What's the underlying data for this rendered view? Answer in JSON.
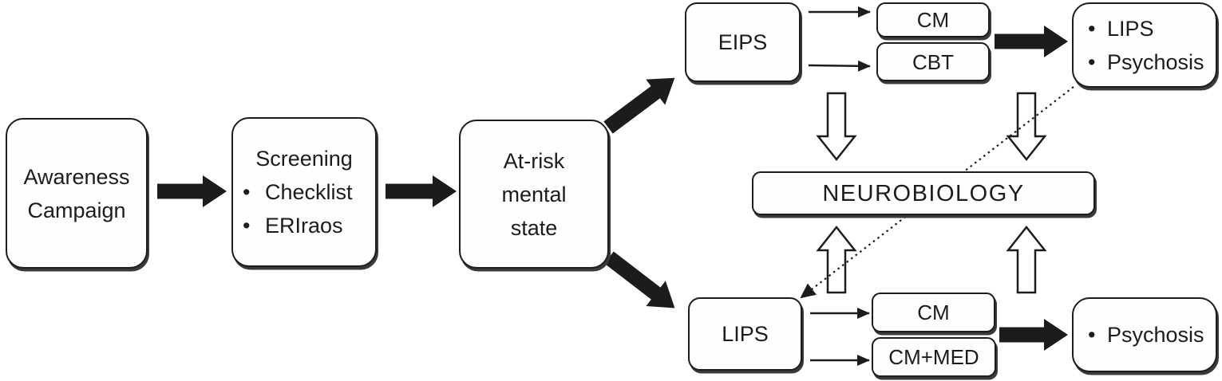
{
  "background": "#ffffff",
  "ink": "#1c1c1c",
  "bullet": "•",
  "boxes": {
    "awareness_campaign": {
      "lines": [
        "Awareness",
        "Campaign"
      ]
    },
    "screening": {
      "title": "Screening",
      "items": [
        "Checklist",
        "ERIraos"
      ]
    },
    "at_risk": {
      "lines": [
        "At-risk",
        "mental",
        "state"
      ]
    },
    "eips": {
      "label": "EIPS"
    },
    "cm_top": {
      "label": "CM"
    },
    "cbt": {
      "label": "CBT"
    },
    "lips_psychosis": {
      "items": [
        "LIPS",
        "Psychosis"
      ]
    },
    "neurobiology": {
      "label": "NEUROBIOLOGY"
    },
    "lips": {
      "label": "LIPS"
    },
    "cm_bottom": {
      "label": "CM"
    },
    "cm_med": {
      "label": "CM+MED"
    },
    "psychosis": {
      "items": [
        "Psychosis"
      ]
    }
  },
  "connections": [
    {
      "from": "Awareness Campaign",
      "to": "Screening",
      "style": "thick-solid-arrow"
    },
    {
      "from": "Screening",
      "to": "At-risk mental state",
      "style": "thick-solid-arrow"
    },
    {
      "from": "At-risk mental state",
      "to": "EIPS",
      "style": "thick-solid-arrow"
    },
    {
      "from": "At-risk mental state",
      "to": "LIPS",
      "style": "thick-solid-arrow"
    },
    {
      "from": "EIPS",
      "to": "CM",
      "style": "thin-arrow"
    },
    {
      "from": "EIPS",
      "to": "CBT",
      "style": "thin-arrow"
    },
    {
      "from": "CM / CBT",
      "to": "LIPS / Psychosis",
      "style": "thick-solid-arrow"
    },
    {
      "from": "LIPS",
      "to": "CM",
      "style": "thin-arrow"
    },
    {
      "from": "LIPS",
      "to": "CM+MED",
      "style": "thin-arrow"
    },
    {
      "from": "CM / CM+MED",
      "to": "Psychosis",
      "style": "thick-solid-arrow"
    },
    {
      "from": "EIPS pathway",
      "to": "NEUROBIOLOGY",
      "style": "hollow-down-arrow"
    },
    {
      "from": "LIPS / Psychosis outcome",
      "to": "NEUROBIOLOGY",
      "style": "hollow-down-arrow"
    },
    {
      "from": "LIPS pathway",
      "to": "NEUROBIOLOGY",
      "style": "hollow-up-arrow"
    },
    {
      "from": "Psychosis outcome",
      "to": "NEUROBIOLOGY",
      "style": "hollow-up-arrow"
    },
    {
      "from": "LIPS / Psychosis outcome",
      "to": "LIPS",
      "style": "dotted-arrow"
    }
  ]
}
